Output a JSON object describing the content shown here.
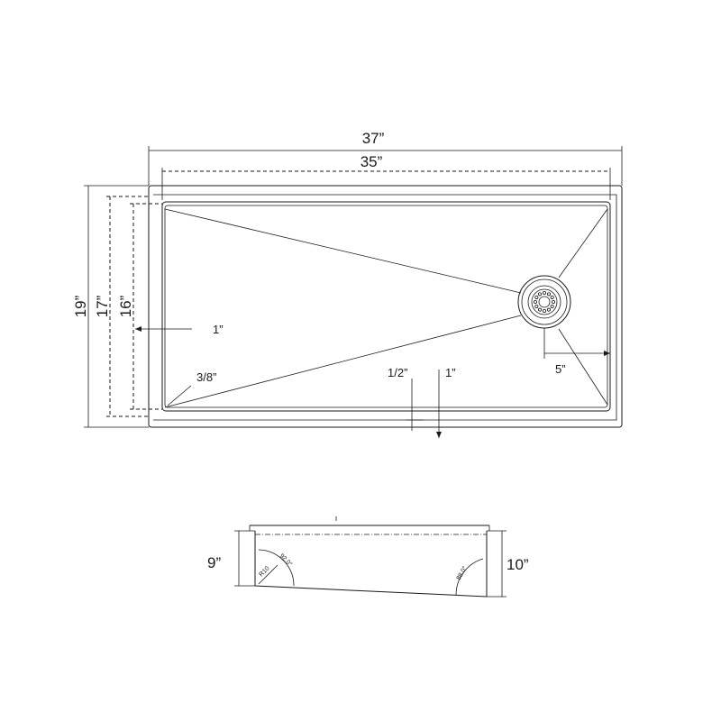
{
  "top_view": {
    "dimensions": {
      "overall_length": "37”",
      "inner_length": "35”",
      "overall_width": "19”",
      "inner_width": "17”",
      "basin_width": "16”",
      "ledge_offset": "1”",
      "corner_radius": "3/8”",
      "drain_offset": "5”",
      "ledge_step_half": "1/2”",
      "ledge_step_one": "1”"
    }
  },
  "side_view": {
    "dimensions": {
      "front_depth": "9”",
      "back_depth": "10”",
      "left_angle": "92.0°",
      "left_radius": "R10",
      "right_angle": "88.0°"
    }
  }
}
